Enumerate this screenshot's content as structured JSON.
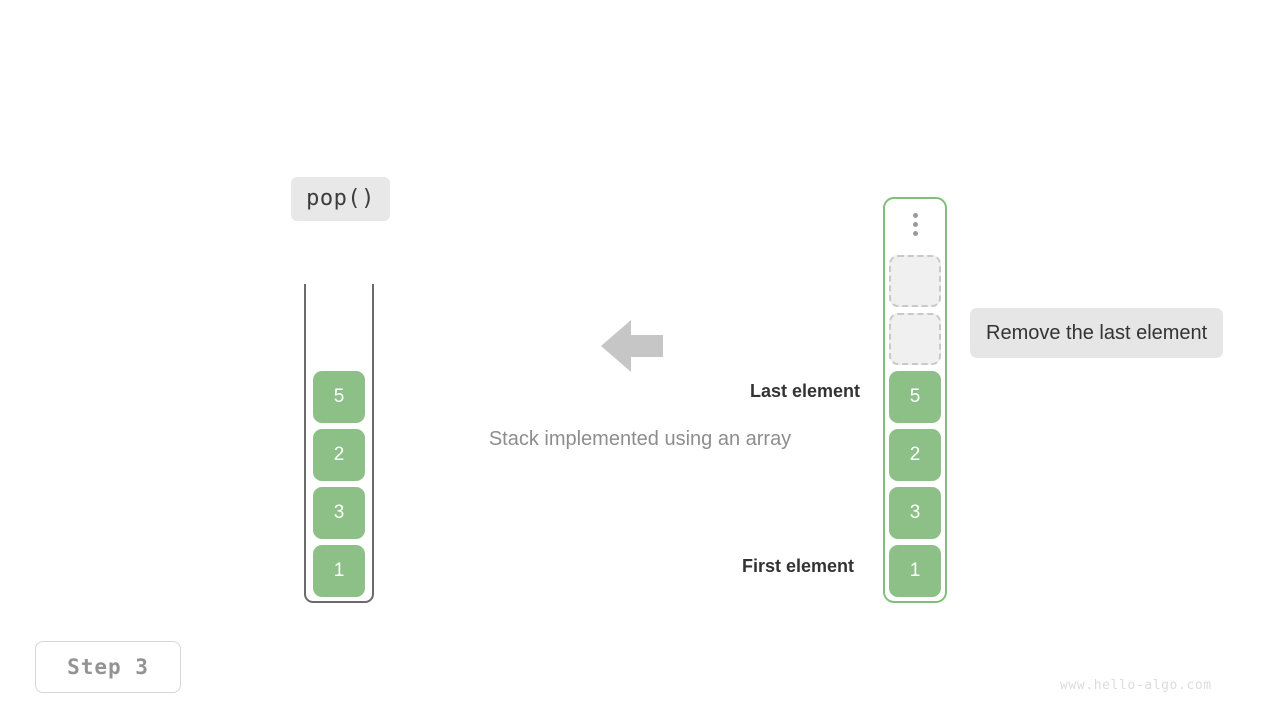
{
  "operation": {
    "label": "pop()"
  },
  "stack": {
    "title": "stack-container",
    "cells": [
      {
        "value": "5"
      },
      {
        "value": "2"
      },
      {
        "value": "3"
      },
      {
        "value": "1"
      }
    ]
  },
  "array": {
    "title": "array-container",
    "ellipsis_icon": "vertical-ellipsis-icon",
    "empty_slots": 2,
    "cells": [
      {
        "value": "5"
      },
      {
        "value": "2"
      },
      {
        "value": "3"
      },
      {
        "value": "1"
      }
    ]
  },
  "annotations": {
    "last_element": "Last element",
    "first_element": "First element",
    "caption": "Stack implemented using an array",
    "callout": "Remove the last element",
    "arrow_icon": "left-arrow-icon"
  },
  "step": {
    "label": "Step 3"
  },
  "watermark": {
    "text": "www.hello-algo.com"
  },
  "colors": {
    "cell_fill": "#8cc087",
    "cell_text": "#ffffff",
    "array_border": "#83bd7e",
    "stack_border": "#6b6b6b",
    "empty_slot_fill": "#f0f0f0",
    "empty_slot_border": "#c9c9c9",
    "chip_bg": "#e8e8e8",
    "callout_bg": "#e6e6e6",
    "arrow_fill": "#c6c6c6",
    "caption_text": "#8d8d8d",
    "anno_text": "#333333",
    "step_text": "#939393",
    "watermark_text": "#dcdcdc"
  }
}
